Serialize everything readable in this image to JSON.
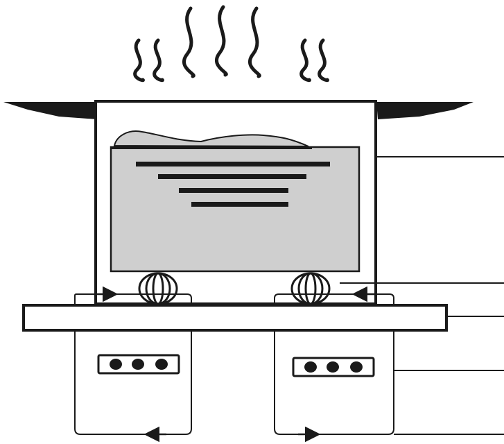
{
  "diagram": {
    "subject": "induction-heating-setup",
    "colors": {
      "line": "#1a1a1a",
      "fill_gray": "#cfcfcf",
      "background": "#ffffff"
    },
    "components": {
      "steam_plumes": 7,
      "support_coils": 2,
      "power_units": 2,
      "indicator_lights_per_unit": 3,
      "content_bars": 4,
      "callout_lines": 5
    },
    "labels": []
  }
}
